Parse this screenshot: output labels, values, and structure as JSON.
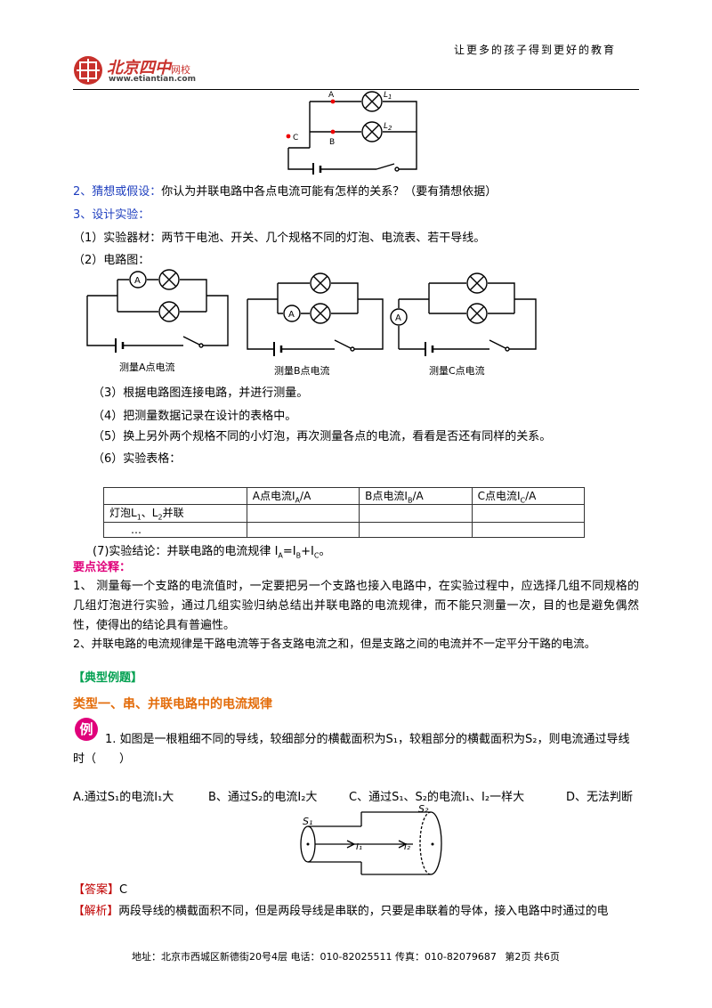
{
  "header": {
    "slogan": "让更多的孩子得到更好的教育",
    "logo_name": "北京四中",
    "logo_suffix": "网校",
    "logo_url": "www.etiantian.com"
  },
  "top_circuit": {
    "label_a": "A",
    "label_b": "B",
    "label_c": "C",
    "label_l1": "L",
    "label_l1_sub": "1",
    "label_l2": "L",
    "label_l2_sub": "2"
  },
  "section2": {
    "label": "2、猜想或假设：",
    "text": "你认为并联电路中各点电流可能有怎样的关系？（要有猜想依据）"
  },
  "section3": {
    "label": "3、设计实验："
  },
  "step1": "（1）实验器材：两节干电池、开关、几个规格不同的灯泡、电流表、若干导线。",
  "step2": "（2）电路图：",
  "diagrams": {
    "ammeter": "A",
    "captions": [
      "测量A点电流",
      "测量B点电流",
      "测量C点电流"
    ]
  },
  "step3": "（3）根据电路图连接电路，并进行测量。",
  "step4": "（4）把测量数据记录在设计的表格中。",
  "step5": "（5）换上另外两个规格不同的小灯泡，再次测量各点的电流，看看是否还有同样的关系。",
  "step6": "（6）实验表格：",
  "table": {
    "col_a": "A点电流",
    "col_b": "B点电流",
    "col_c": "C点电流",
    "row1_label": "灯泡",
    "row2_label": "…"
  },
  "step7": {
    "prefix": "(7)实验结论：并联电路的电流规律",
    "formula": "IA=IB+IC",
    "suffix": "。"
  },
  "key_points": {
    "title": "要点诠释：",
    "p1": "1、 测量每一个支路的电流值时，一定要把另一个支路也接入电路中，在实验过程中，应选择几组不同规格的几组灯泡进行实验，通过几组实验归纳总结出并联电路的电流规律，而不能只测量一次，目的也是避免偶然性，使得出的结论具有普遍性。",
    "p2": "2、并联电路的电流规律是干路电流等于各支路电流之和，但是支路之间的电流并不一定平分干路的电流。"
  },
  "examples_title": "【典型例题】",
  "type1_title": "类型一、串、并联电路中的电流规律",
  "example": {
    "badge": "例",
    "question": "1. 如图是一根粗细不同的导线，较细部分的横截面积为S₁，较粗部分的横截面积为S₂，则电流通过导线时（　　）",
    "options": [
      "A.通过S₁的电流I₁大",
      "B、通过S₂的电流I₂大",
      "C、通过S₁、S₂的电流I₁、I₂一样大",
      "D、无法判断"
    ],
    "answer_label": "【答案】",
    "answer": "C",
    "analysis_label": "【解析】",
    "analysis": "两段导线的横截面积不同，但是两段导线是串联的，只要是串联着的导体，接入电路中时通过的电"
  },
  "wire_figure": {
    "s1": "S₁",
    "s2": "S₂",
    "i1": "I₁",
    "i2": "I₂"
  },
  "footer": {
    "address": "地址：北京市西城区新德街20号4层  电话：010-82025511  传真：010-82079687",
    "page": "第2页  共6页"
  }
}
